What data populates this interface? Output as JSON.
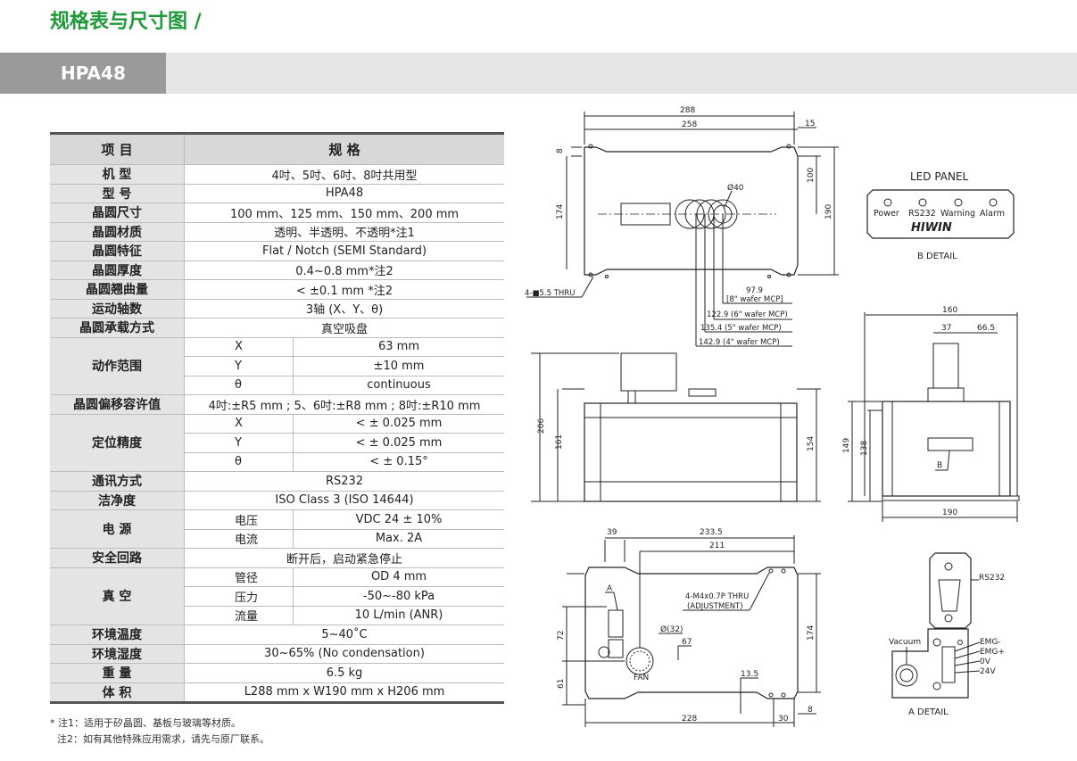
{
  "page_title": "规格表与尺寸图 /",
  "model_tab": "HPA48",
  "table": {
    "header": {
      "item": "项 目",
      "spec": "规 格"
    },
    "rows": [
      {
        "label": "机 型",
        "value": "4吋、5吋、6吋、8吋共用型"
      },
      {
        "label": "型 号",
        "value": "HPA48"
      },
      {
        "label": "晶圆尺寸",
        "value": "100 mm、125 mm、150 mm、200 mm"
      },
      {
        "label": "晶圆材质",
        "value": "透明、半透明、不透明*注1"
      },
      {
        "label": "晶圆特征",
        "value": "Flat / Notch (SEMI Standard)"
      },
      {
        "label": "晶圆厚度",
        "value": "0.4~0.8 mm*注2"
      },
      {
        "label": "晶圆翘曲量",
        "value": "< ±0.1 mm *注2"
      },
      {
        "label": "运动轴数",
        "value": "3轴 (X、Y、θ)"
      },
      {
        "label": "晶圆承载方式",
        "value": "真空吸盘"
      },
      {
        "label": "动作范围",
        "sub": [
          {
            "k": "X",
            "v": "63 mm"
          },
          {
            "k": "Y",
            "v": "±10 mm"
          },
          {
            "k": "θ",
            "v": "continuous"
          }
        ]
      },
      {
        "label": "晶圆偏移容许值",
        "value": "4吋:±R5 mm ; 5、6吋:±R8 mm ; 8吋:±R10 mm"
      },
      {
        "label": "定位精度",
        "sub": [
          {
            "k": "X",
            "v": "< ± 0.025 mm"
          },
          {
            "k": "Y",
            "v": "< ± 0.025 mm"
          },
          {
            "k": "θ",
            "v": "< ± 0.15°"
          }
        ]
      },
      {
        "label": "通讯方式",
        "value": "RS232"
      },
      {
        "label": "洁净度",
        "value": "ISO Class 3 (ISO 14644)"
      },
      {
        "label": "电 源",
        "sub": [
          {
            "k": "电压",
            "v": "VDC 24 ± 10%"
          },
          {
            "k": "电流",
            "v": "Max. 2A"
          }
        ]
      },
      {
        "label": "安全回路",
        "value": "断开后，启动紧急停止"
      },
      {
        "label": "真 空",
        "sub": [
          {
            "k": "管径",
            "v": "OD 4 mm"
          },
          {
            "k": "压力",
            "v": "-50~-80 kPa"
          },
          {
            "k": "流量",
            "v": "10 L/min (ANR)"
          }
        ]
      },
      {
        "label": "环境温度",
        "value": "5~40˚C"
      },
      {
        "label": "环境湿度",
        "value": "30~65% (No condensation)"
      },
      {
        "label": "重 量",
        "value": "6.5 kg"
      },
      {
        "label": "体 积",
        "value": "L288 mm x W190 mm x H206 mm"
      }
    ]
  },
  "notes": [
    "* 注1：适用于矽晶圆、基板与玻璃等材质。",
    "注2：如有其他特殊应用需求，请先与原厂联系。"
  ],
  "drawing": {
    "top_view": {
      "dims": [
        "288",
        "258",
        "15",
        "8",
        "174",
        "100",
        "190",
        "Ø40",
        "4-■5.5 THRU"
      ],
      "mcp": [
        "97.9",
        "[8\" wafer MCP]",
        "122.9 (6\" wafer MCP)",
        "135.4 (5\" wafer MCP)",
        "142.9 (4\" wafer MCP)"
      ]
    },
    "led_panel": {
      "title": "LED PANEL",
      "labels": [
        "Power",
        "RS232",
        "Warning",
        "Alarm"
      ],
      "brand": "HIWIN",
      "caption": "B DETAIL"
    },
    "front_view": {
      "dims": [
        "206",
        "161",
        "154"
      ]
    },
    "side_view": {
      "dims": [
        "160",
        "37",
        "66.5",
        "149",
        "138",
        "190"
      ],
      "detail_tag": "B"
    },
    "bottom_view": {
      "dims": [
        "39",
        "233.5",
        "211",
        "4-M4x0.7P THRU",
        "(ADJUSTMENT)",
        "72",
        "61",
        "174",
        "Ø(32)",
        "67",
        "13.5",
        "228",
        "30",
        "8"
      ],
      "labels": [
        "A",
        "FAN"
      ]
    },
    "a_detail": {
      "labels": [
        "RS232",
        "Vacuum",
        "EMG-",
        "EMG+",
        "0V",
        "24V"
      ],
      "caption": "A DETAIL"
    }
  }
}
